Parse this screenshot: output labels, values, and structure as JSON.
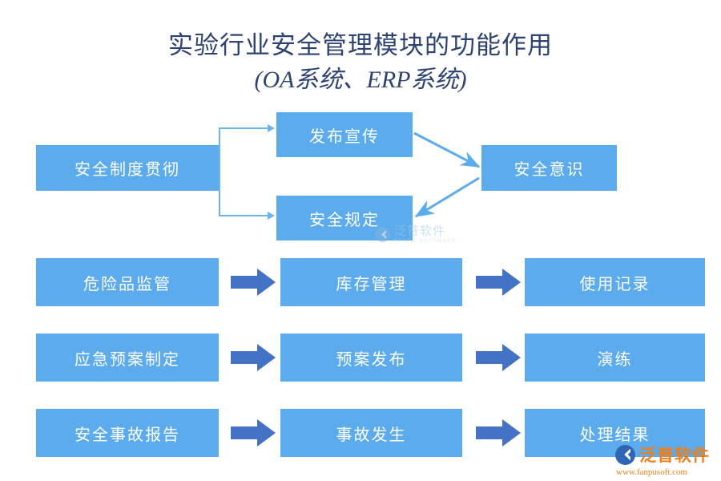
{
  "title": {
    "line1": "实验行业安全管理模块的功能作用",
    "line2": "(OA系统、ERP系统)"
  },
  "colors": {
    "node_fill": "#5cabec",
    "node_text": "#ffffff",
    "title_text": "#2e4372",
    "thin_arrow": "#6cb4f0",
    "block_arrow": "#4472c4",
    "background": "#ffffff",
    "watermark_orange": "#ef7f1a",
    "watermark_pale": "#a8c8e8"
  },
  "top_flow": {
    "source": {
      "label": "安全制度贯彻"
    },
    "branches": [
      {
        "label": "发布宣传"
      },
      {
        "label": "安全规定"
      }
    ],
    "outcome": {
      "label": "安全意识"
    },
    "edges": [
      {
        "from": "安全制度贯彻",
        "to": "发布宣传",
        "style": "elbow"
      },
      {
        "from": "安全制度贯彻",
        "to": "安全规定",
        "style": "elbow"
      },
      {
        "from": "发布宣传",
        "to": "安全意识",
        "style": "diagonal"
      },
      {
        "from": "安全意识",
        "to": "安全规定",
        "style": "diagonal"
      }
    ]
  },
  "rows": [
    {
      "name": "hazardous-materials",
      "steps": [
        "危险品监管",
        "库存管理",
        "使用记录"
      ]
    },
    {
      "name": "emergency-plan",
      "steps": [
        "应急预案制定",
        "预案发布",
        "演练"
      ]
    },
    {
      "name": "accident-report",
      "steps": [
        "安全事故报告",
        "事故发生",
        "处理结果"
      ]
    }
  ],
  "watermarks": {
    "center": {
      "cn": "泛普软件",
      "en": "FANPU SOFTWARE"
    },
    "corner": {
      "cn": "泛普软件",
      "url": "www.fanpusoft.com"
    }
  }
}
